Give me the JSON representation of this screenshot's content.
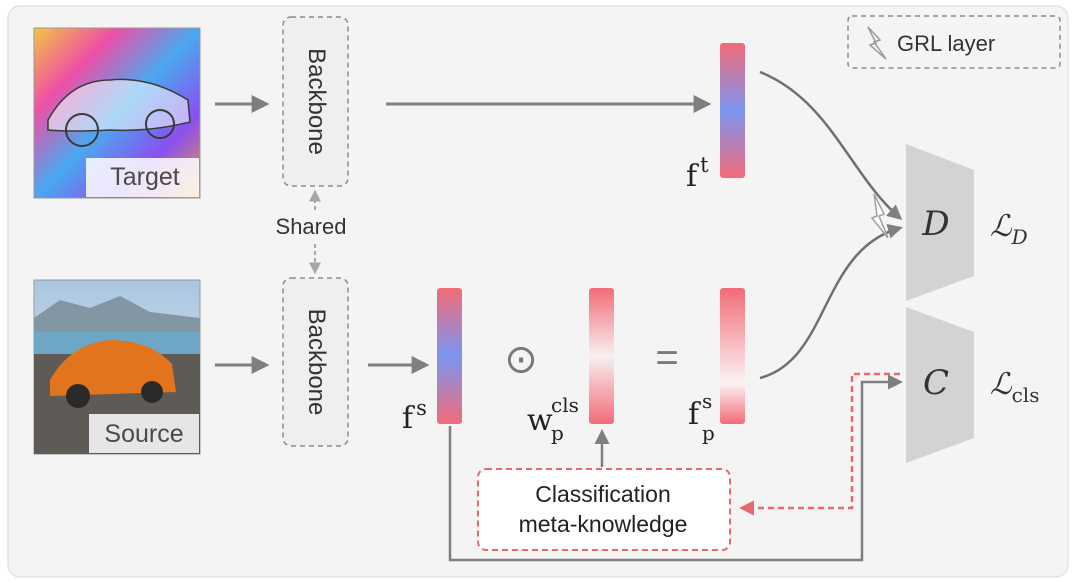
{
  "legend": {
    "icon": "lightning-bolt-icon",
    "label": "GRL layer"
  },
  "inputs": {
    "target_label": "Target",
    "source_label": "Source",
    "target_image": "sketch-car-image",
    "source_image": "photo-car-image"
  },
  "backbone": {
    "top_label": "Backbone",
    "bottom_label": "Backbone",
    "shared_label": "Shared"
  },
  "features": {
    "ft_base": "f",
    "ft_sup": "t",
    "fs_base": "f",
    "fs_sup": "s",
    "w_base": "w",
    "w_sup": "cls",
    "w_sub": "p",
    "fps_base": "f",
    "fps_sup": "s",
    "fps_sub": "p"
  },
  "operators": {
    "hadamard": "⊙",
    "equals": "="
  },
  "modules": {
    "discriminator": "D",
    "classifier": "C",
    "loss_d_base": "ℒ",
    "loss_d_sub": "D",
    "loss_cls_base": "ℒ",
    "loss_cls_sub": "cls"
  },
  "meta_box": {
    "line1": "Classification",
    "line2": "meta-knowledge"
  },
  "colors": {
    "arrow": "#7f7f7f",
    "dashed_red": "#e8686c",
    "module_fill": "#d0d0d0",
    "feature_red": "#f06a78",
    "feature_blue": "#7c95f0",
    "panel_bg": "#f4f4f4"
  }
}
